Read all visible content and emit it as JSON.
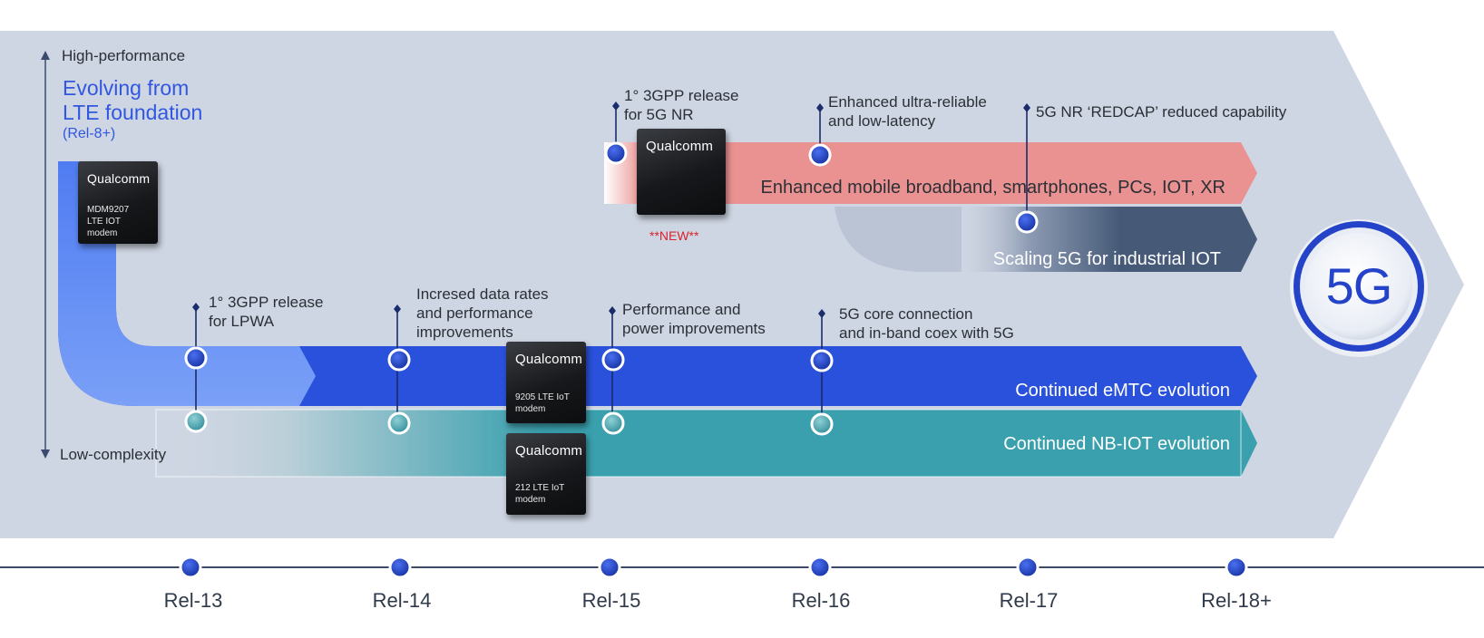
{
  "axis": {
    "top_label": "High-performance",
    "bottom_label": "Low-complexity"
  },
  "foundation": {
    "line1": "Evolving from",
    "line2": "LTE foundation",
    "sub": "(Rel-8+)"
  },
  "chips": {
    "mdm9207": {
      "brand": "Qualcomm",
      "model": "MDM9207\nLTE IOT\nmodem"
    },
    "nr": {
      "brand": "Qualcomm",
      "model": "",
      "badge": "**NEW**"
    },
    "q9205": {
      "brand": "Qualcomm",
      "model": "9205 LTE IoT\nmodem"
    },
    "q212": {
      "brand": "Qualcomm",
      "model": "212 LTE IoT\nmodem"
    }
  },
  "bands": {
    "embb": "Enhanced mobile broadband, smartphones, PCs, IOT, XR",
    "industrial": "Scaling 5G for industrial IOT",
    "emtc": "Continued eMTC evolution",
    "nbiot": "Continued NB-IOT evolution"
  },
  "annotations": {
    "lpwa": [
      "1° 3GPP release",
      "for LPWA"
    ],
    "rel14": [
      "Incresed data rates",
      "and performance",
      "improvements"
    ],
    "rel15_low": [
      "Performance and",
      "power improvements"
    ],
    "rel16_low": [
      "5G core connection",
      "and in-band coex with 5G"
    ],
    "nr": [
      "1° 3GPP release",
      "for 5G NR"
    ],
    "urllc": [
      "Enhanced ultra-reliable",
      "and low-latency"
    ],
    "redcap": "5G NR ‘REDCAP’ reduced capability"
  },
  "badge_5g": "5G",
  "timeline": [
    "Rel-13",
    "Rel-14",
    "Rel-15",
    "Rel-16",
    "Rel-17",
    "Rel-18+"
  ],
  "colors": {
    "background": "#cfd6e3",
    "emtc": "#2a51dc",
    "emtc_light": "#7aa0f7",
    "nbiot": "#3aa0ae",
    "embb": "#ea9291",
    "industrial": "#465a78",
    "accent_text": "#3157e0",
    "new_badge": "#d9232d",
    "node": "#1b3cb8"
  }
}
